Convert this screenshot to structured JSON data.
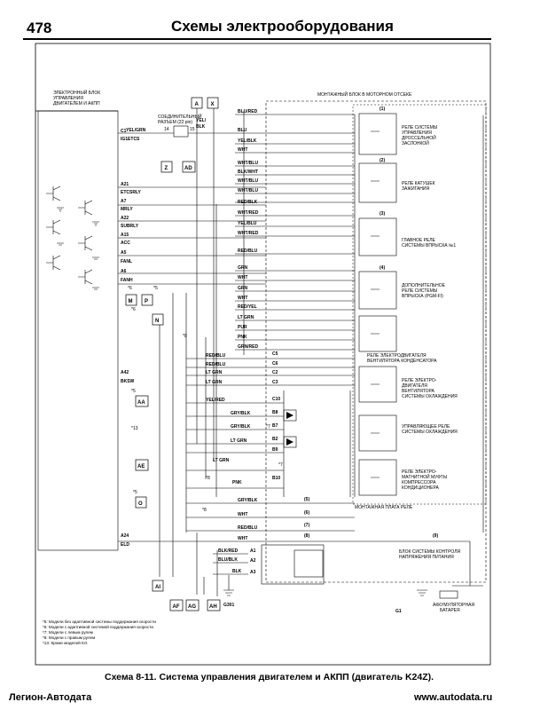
{
  "page_number": "478",
  "header_title": "Схемы электрооборудования",
  "ecu": {
    "title_lines": [
      "ЭЛЕКТРОННЫЙ БЛОК",
      "УПРАВЛЕНИЯ",
      "ДВИГАТЕЛЕМ И АКПП"
    ]
  },
  "connector": {
    "lines": [
      "СОЕДИНИТЕЛЬНЫЙ",
      "РАЗЪЕМ (22 pin)"
    ],
    "pin_a": "14",
    "pin_b": "15",
    "wire": "YEL/BLK"
  },
  "box_title": "МОНТАЖНЫЙ БЛОК В МОТОРНОМ ОТСЕКЕ",
  "pins": [
    "C1",
    "IG1ETCS",
    "A21",
    "ETCSRLY",
    "A7",
    "MRLY",
    "A22",
    "SUBRLY",
    "A15",
    "ACC",
    "A5",
    "FANL",
    "A6",
    "FANH",
    "A42",
    "BKSW",
    "A24",
    "ELD"
  ],
  "wire_colors": [
    "YEL/GRN",
    "BLU/RED",
    "BLU",
    "YEL/BLK",
    "WHT",
    "WHT/BLU",
    "BLK/WHT",
    "WHT/BLU",
    "WHT/BLU",
    "RED/BLK",
    "WHT/RED",
    "YEL/BLU",
    "WHT/RED",
    "RED/BLU",
    "GRN",
    "WHT",
    "GRN",
    "WHT",
    "RED/YEL",
    "LT GRN",
    "PUR",
    "PNK",
    "GRN/RED",
    "RED/BLU",
    "RED/BLU",
    "LT GRN",
    "LT GRN",
    "YEL/RED",
    "GRY/BLK",
    "GRY/BLK",
    "LT GRN",
    "LT GRN",
    "PNK",
    "GRY/BLK",
    "WHT",
    "RED/BLU",
    "WHT",
    "BLK/RED",
    "BLU/BLK",
    "BLK"
  ],
  "relay_labels": [
    {
      "num": "(1)",
      "lines": [
        "РЕЛЕ СИСТЕМЫ",
        "УПРАВЛЕНИЯ",
        "ДРОССЕЛЬНОЙ",
        "ЗАСЛОНКОЙ"
      ]
    },
    {
      "num": "(2)",
      "lines": [
        "РЕЛЕ КАТУШЕК",
        "ЗАЖИГАНИЯ"
      ]
    },
    {
      "num": "(3)",
      "lines": [
        "ГЛАВНОЕ РЕЛЕ",
        "СИСТЕМЫ ВПРЫСКА №1"
      ]
    },
    {
      "num": "(4)",
      "lines": [
        "ДОПОЛНИТЕЛЬНОЕ",
        "РЕЛЕ СИСТЕМЫ",
        "ВПРЫСКА (PGM-FI)"
      ]
    },
    {
      "num": "",
      "lines": [
        "РЕЛЕ ЭЛЕКТРОДВИГАТЕЛЯ",
        "ВЕНТИЛЯТОРА КОНДЕНСАТОРА"
      ]
    },
    {
      "num": "",
      "lines": [
        "РЕЛЕ ЭЛЕКТРО-",
        "ДВИГАТЕЛЯ",
        "ВЕНТИЛЯТОРА",
        "СИСТЕМЫ ОХЛАЖДЕНИЯ"
      ]
    },
    {
      "num": "",
      "lines": [
        "УПРАВЛЯЮЩЕЕ РЕЛЕ",
        "СИСТЕМЫ ОХЛАЖДЕНИЯ"
      ]
    },
    {
      "num": "",
      "lines": [
        "РЕЛЕ ЭЛЕКТРО-",
        "МАГНИТНОЙ МУФТЫ",
        "КОМПРЕССОРА",
        "КОНДИЦИОНЕРА"
      ]
    }
  ],
  "relay_board": "МОНТАЖНАЯ ПЛАТА РЕЛЕ",
  "fuses": [
    "(5)",
    "(6)",
    "(7)",
    "(8)",
    "(9)"
  ],
  "fuse_pins": [
    "C5",
    "C6",
    "C2",
    "C3",
    "C10",
    "B8",
    "B7",
    "B2",
    "B9",
    "B10"
  ],
  "control_unit": {
    "lines": [
      "БЛОК СИСТЕМЫ КОНТРОЛЯ",
      "НАПРЯЖЕНИЯ ПИТАНИЯ"
    ],
    "pins": [
      "A1",
      "A2",
      "A3"
    ]
  },
  "battery": {
    "lines": [
      "АККУМУЛЯТОРНАЯ",
      "БАТАРЕЯ"
    ]
  },
  "grounds": [
    "G301",
    "G1"
  ],
  "connector_boxes": [
    "A",
    "X",
    "Z",
    "AD",
    "M",
    "P",
    "N",
    "AA",
    "AE",
    "O",
    "AI",
    "AF",
    "AG",
    "AH"
  ],
  "star_notes": [
    "*6",
    "*5",
    "*6",
    "*5",
    "*7",
    "*7",
    "*8",
    "*8",
    "*13",
    "*5",
    "*8"
  ],
  "footnotes": [
    "*5: Модели без адаптивной системы поддержания скорости",
    "*6: Модели с адаптивной системой поддержания скорости",
    "*7: Модели с левым рулем",
    "*8: Модели с правым рулем",
    "*13: Кроме моделей KG"
  ],
  "caption": "Схема 8-11. Система управления двигателем и АКПП (двигатель K24Z).",
  "footer_left": "Легион-Автодата",
  "footer_right": "www.autodata.ru"
}
